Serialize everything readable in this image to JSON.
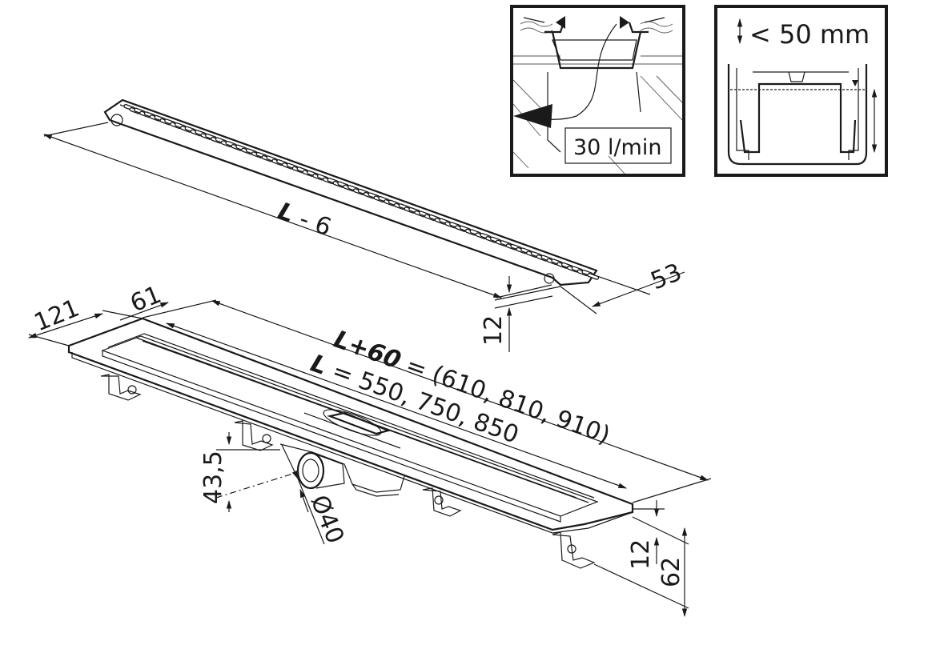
{
  "labels": {
    "grate_length_L": "L",
    "grate_length_suffix": " - 6",
    "grate_width": "53",
    "grate_height": "12",
    "body_length_L": "L+60",
    "body_length_values": " = (610, 810, 910)",
    "channel_length_L": "L",
    "channel_length_values": " = 550, 750, 850",
    "outer_width": "121",
    "inner_width": "61",
    "outlet_height": "43,5",
    "outlet_diameter": "Ø40",
    "flange_height": "12",
    "total_height": "62"
  },
  "insets": {
    "flow_rate": "30 l/min",
    "water_seal": "< 50 mm"
  }
}
